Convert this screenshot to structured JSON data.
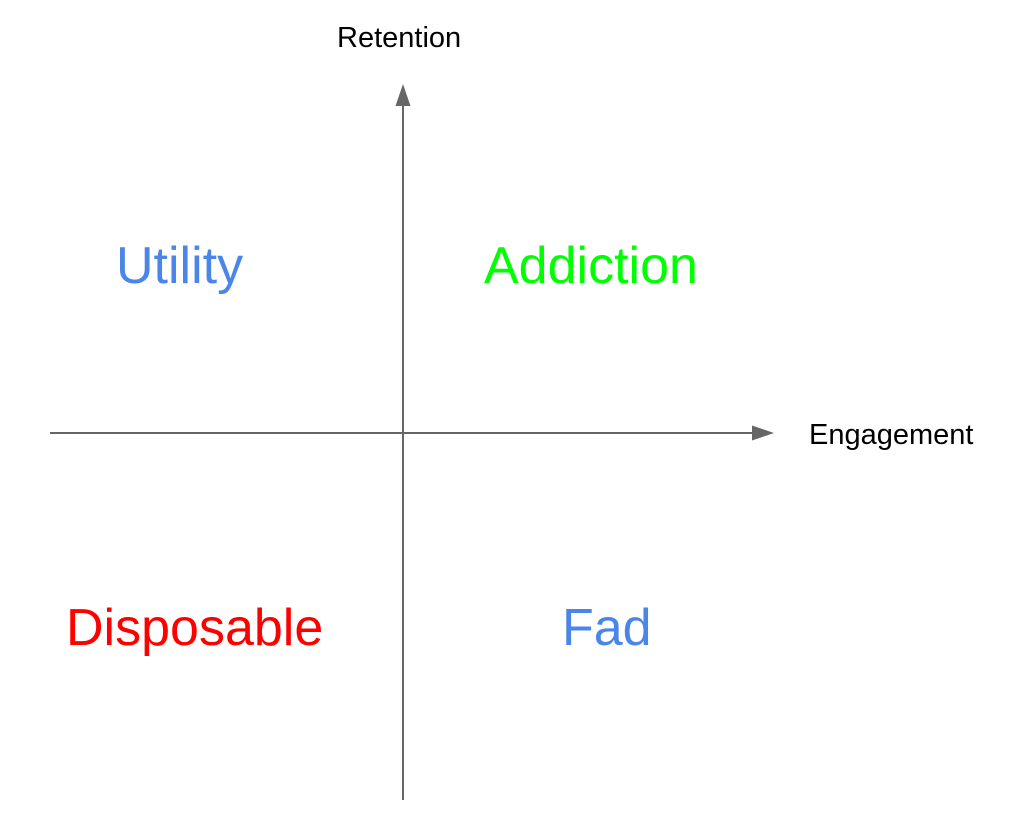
{
  "diagram": {
    "type": "quadrant-diagram",
    "axis_color": "#666666",
    "axis_label_color": "#000000",
    "y_axis": {
      "label": "Retention"
    },
    "x_axis": {
      "label": "Engagement"
    },
    "quadrants": {
      "top_left": {
        "label": "Utility",
        "color": "#4a86e8"
      },
      "top_right": {
        "label": "Addiction",
        "color": "#00ff00"
      },
      "bottom_left": {
        "label": "Disposable",
        "color": "#ff0000"
      },
      "bottom_right": {
        "label": "Fad",
        "color": "#4a86e8"
      }
    }
  }
}
